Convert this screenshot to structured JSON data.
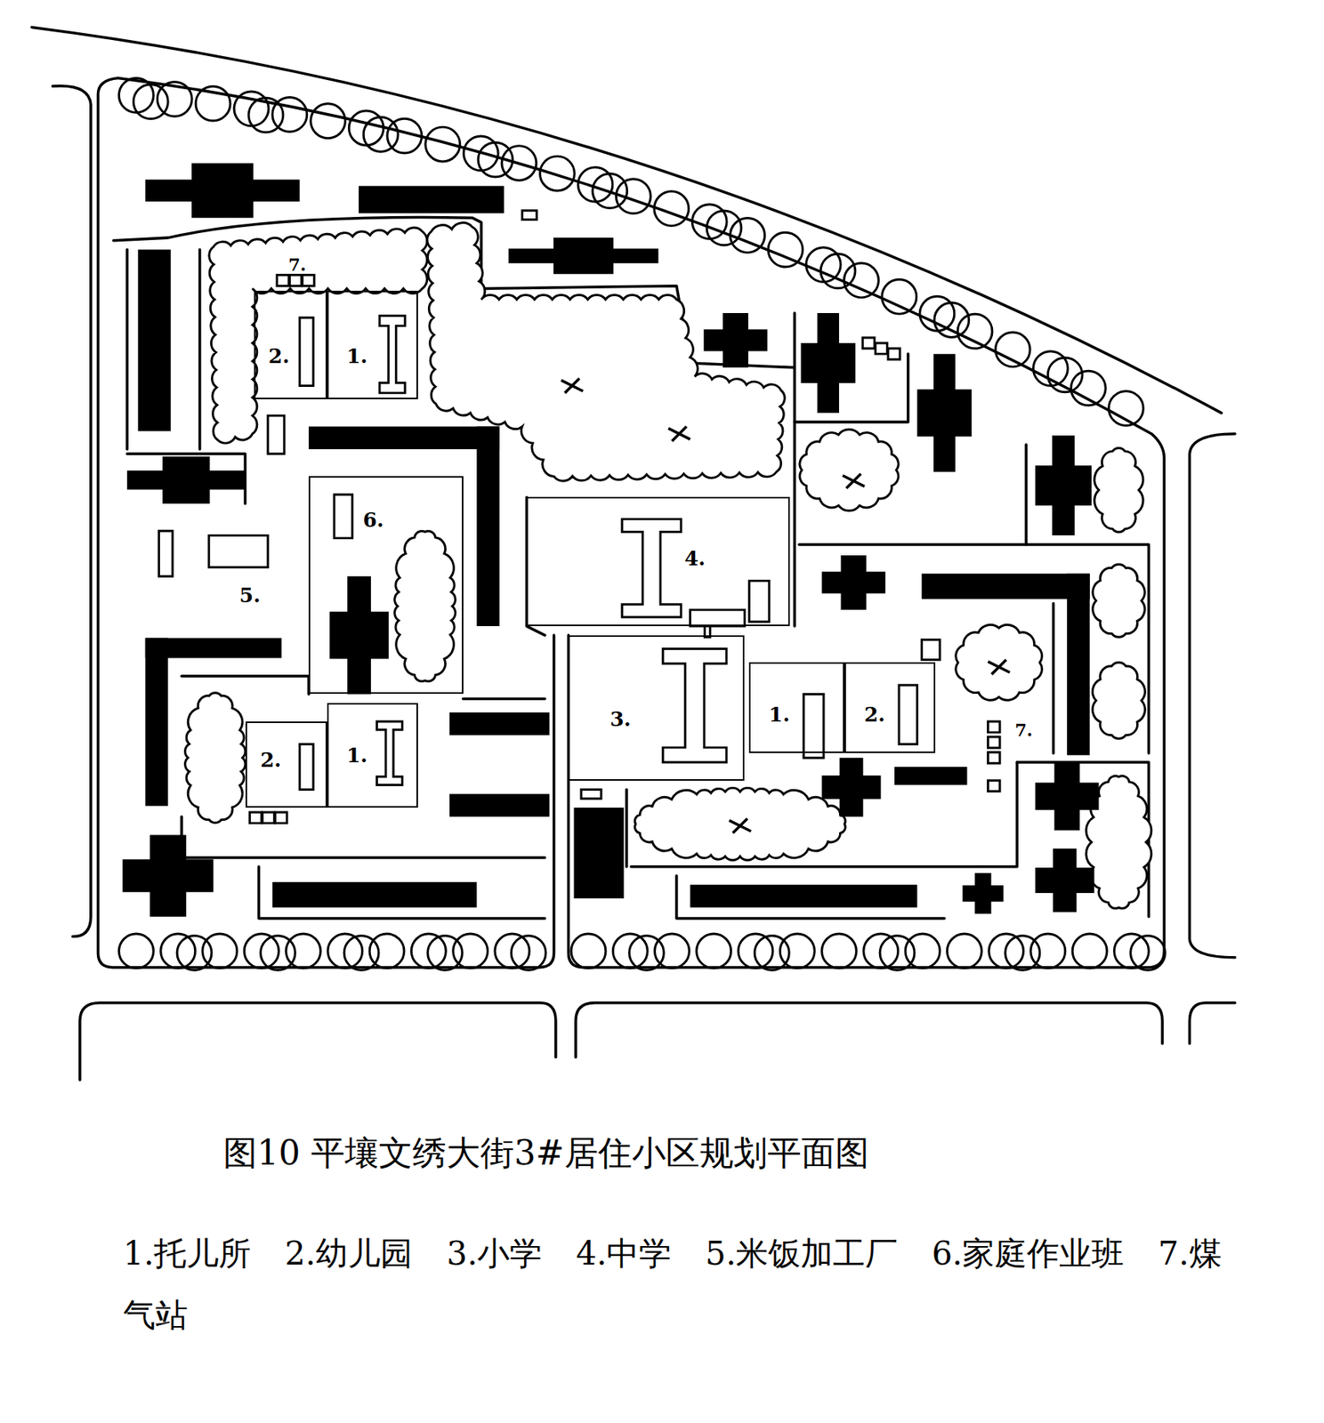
{
  "diagram": {
    "caption": "图10 平壤文绣大街3#居住小区规划平面图",
    "nodes": [
      {
        "text": [
          "2."
        ]
      },
      {
        "text": [
          "1."
        ]
      },
      {
        "text": [
          "6."
        ]
      },
      {
        "text": [
          "4."
        ]
      },
      {
        "text": [
          "3."
        ]
      },
      {
        "text": [
          "1."
        ]
      },
      {
        "text": [
          "2."
        ]
      },
      {
        "text": [
          "2."
        ]
      },
      {
        "text": [
          "1."
        ]
      }
    ],
    "labels": [
      "7.",
      "5.",
      "7.",
      "1.托儿所",
      "2.幼儿园",
      "3.小学",
      "4.中学",
      "5.米饭加工厂",
      "6.家庭作业班",
      "7.煤气站"
    ]
  }
}
